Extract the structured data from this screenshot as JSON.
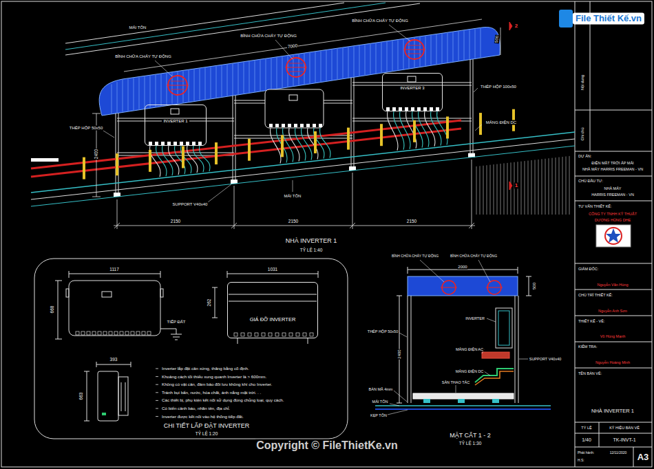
{
  "diagram": {
    "title": "NHÀ INVERTER 1",
    "nodes": [
      {
        "text": [
          "INVERTER 1"
        ]
      },
      {
        "text": [
          "INVERTER 3"
        ]
      },
      {
        "text": [
          "GIÁ ĐỠ INVERTER"
        ]
      }
    ],
    "labels": [
      "MÁI TÔN",
      "BÌNH CHỮA CHÁY TỰ ĐỘNG",
      "BÌNH CHỮA CHÁY TỰ ĐỘNG",
      "BÌNH CHỮA CHÁY TỰ ĐỘNG",
      "7000",
      "500",
      "2",
      "THÉP HỘP 100x50",
      "THÉP HỘP 50x50",
      "2400",
      "MÁNG ĐIỆN DC",
      "SUPPORT V40x40",
      "MÁI TÔN",
      "1",
      "2150",
      "2150",
      "2150",
      "TỶ LỆ 1:40",
      "1117",
      "668",
      "1031",
      "262",
      "TIẾP ĐẤT",
      "393",
      "663",
      "Inverter lắp đặt cân xứng, thăng bằng cố định.",
      "Khoảng cách tối thiểu xung quanh Inverter là > 600mm.",
      "Không có vật cản, đảm bảo đối lưu không khí cho Inverter.",
      "Tránh bụi bẩn, nước, hóa chất, ánh nắng mặt trời. . .",
      "Các thiết bị, phụ kiện kết nối sử dụng đúng chủng loại, quy cách.",
      "Có biển cảnh báo, nhãn tên, địa chỉ.",
      "Inverter được kết nối vào hệ thống tiếp đất.",
      "CHI TIẾT LẮP ĐẶT INVERTER",
      "TỶ LỆ 1:20",
      "BÌNH CHỮA CHÁY TỰ ĐỘNG",
      "BÌNH CHỮA CHÁY TỰ ĐỘNG",
      "2000",
      "500",
      "INVERTER",
      "MÁNG ĐIỆN AC",
      "SUPPORT V40x40",
      "MÁNG ĐIỆN DC",
      "THÉP HỘP 50x50",
      "2400",
      "SÀN THAO TÁC",
      "BẢN MÃ 4mm",
      "MÁI TÔN",
      "KẸP TÔN",
      "MẶT CẮT 1 - 2",
      "TỶ LỆ 1:30",
      "Nội dung",
      "Ghi chú",
      "DỰ ÁN:",
      "ĐIỆN MẶT TRỜI ÁP MÁI",
      "NHÀ MÁY HARRIS FREEMAN - VN",
      "CHỦ ĐẦU TƯ:",
      "NHÀ MÁY",
      "HARRIS FREEMAN - VN",
      "TƯ VẤN THIẾT KẾ:",
      "CÔNG TY TNHH KỸ THUẬT",
      "DƯƠNG HÙNG DHE",
      "GIÁM ĐỐC:",
      "Nguyễn Văn Hùng",
      "CHỦ TRÌ THIẾT KẾ:",
      "Nguyễn Anh Sơn",
      "THIẾT KẾ - VẼ:",
      "Vũ Hùng Mạnh",
      "KIỂM TRA:",
      "Nguyễn Hoàng Minh",
      "TÊN BẢN VẼ:",
      "NHÀ INVERTER 1",
      "TỶ LỆ",
      "KÝ HIỆU BẢN VẼ",
      "1/40",
      "TK-INVT-1",
      "Phát hành:",
      "12/11/2020",
      "H.S:",
      "A3",
      "File Thiết Kế.vn",
      "Copyright © FileThietKe.vn"
    ]
  }
}
